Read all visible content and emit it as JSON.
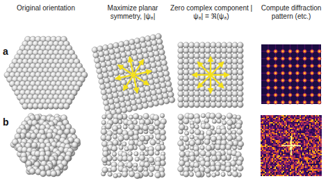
{
  "diagram": {
    "labels": [
      "Original orientation",
      "Maximize planar symmetry, |ψ₈|",
      "Zero complex component |ψ₈| = ℜ(ψ₈)",
      "Compute diffraction pattern (etc.)",
      "a",
      "b"
    ]
  }
}
